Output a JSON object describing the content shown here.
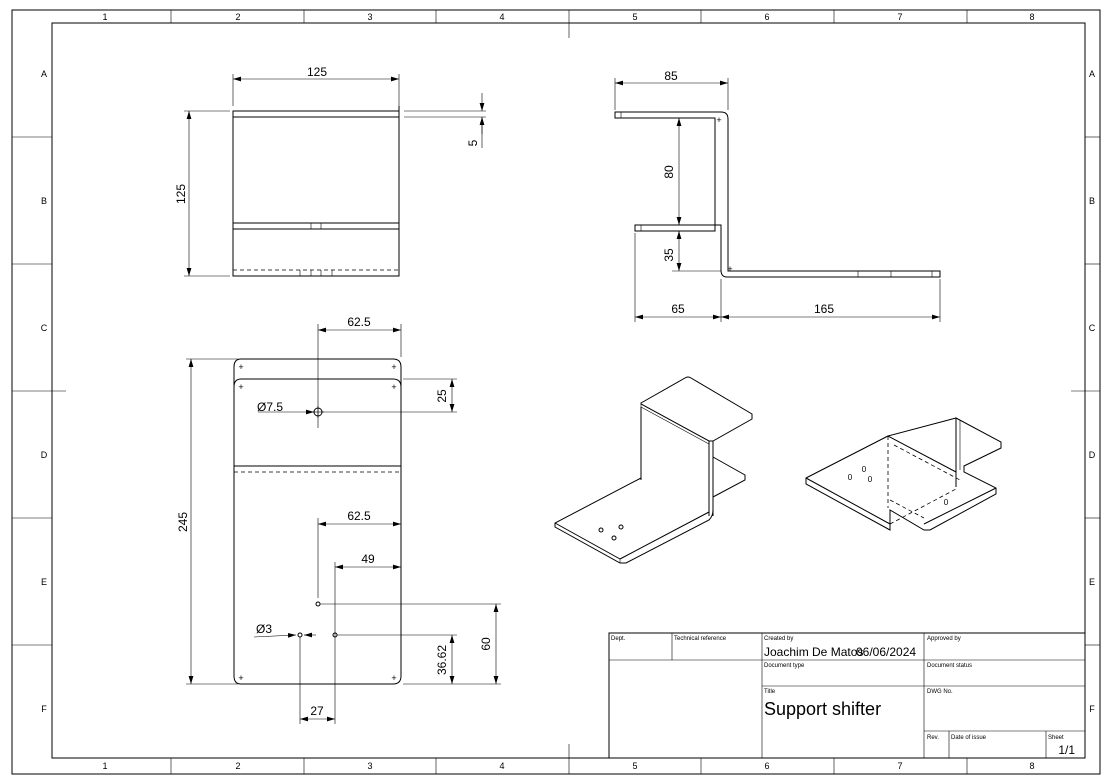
{
  "border": {
    "col_labels": [
      "1",
      "2",
      "3",
      "4",
      "5",
      "6",
      "7",
      "8"
    ],
    "row_labels": [
      "A",
      "B",
      "C",
      "D",
      "E",
      "F"
    ]
  },
  "views": {
    "top": {
      "width": "125",
      "height": "125",
      "thickness": "5"
    },
    "side": {
      "top_flange": "85",
      "upper_height": "80",
      "lower_height": "35",
      "left_flange": "65",
      "base_length": "165"
    },
    "flat": {
      "hole_x_upper": "62.5",
      "hole_dia_large": "Ø7.5",
      "hole_y_upper": "25",
      "overall_height": "245",
      "hole_x_lower": "62.5",
      "hole_offset": "49",
      "hole_dia_small": "Ø3",
      "hole_y_60": "60",
      "hole_y_3662": "36.62",
      "hole_x_27": "27"
    }
  },
  "title_block": {
    "dept_label": "Dept.",
    "tech_ref_label": "Technical reference",
    "created_by_label": "Created by",
    "author": "Joachim De Matos",
    "date": "06/06/2024",
    "approved_by_label": "Approved by",
    "doc_type_label": "Document type",
    "doc_status_label": "Document status",
    "title_label": "Title",
    "title": "Support shifter",
    "dwg_no_label": "DWG No.",
    "rev_label": "Rev.",
    "date_of_issue_label": "Date of issue",
    "sheet_label": "Sheet",
    "sheet": "1/1"
  }
}
